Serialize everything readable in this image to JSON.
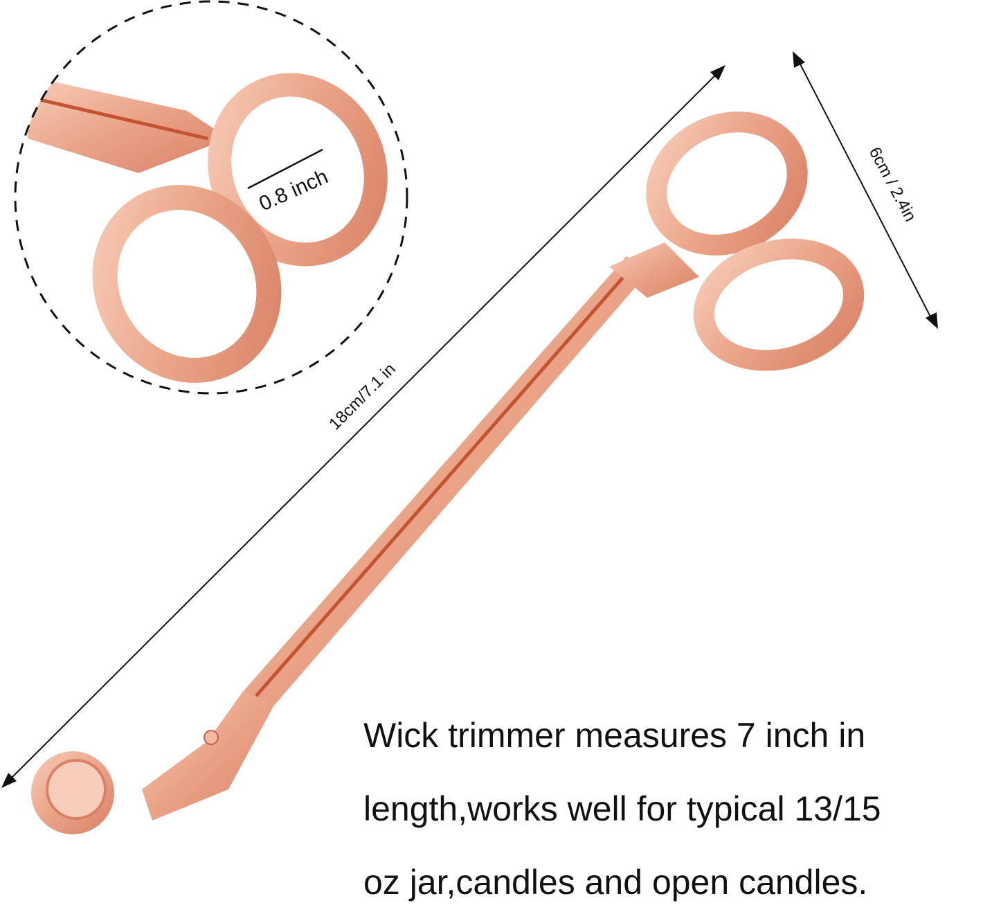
{
  "dimensions": {
    "length_label": "18cm/7.1 in",
    "width_label": "6cm / 2.4in",
    "ring_label": "0.8 inch"
  },
  "description": {
    "lines": [
      "Wick trimmer measures 7 inch in",
      "length,works well for typical 13/15",
      "oz jar,candles and open candles."
    ]
  },
  "colors": {
    "rose_gold": "#e9a184",
    "rose_gold_light": "#f6c6b1",
    "rose_gold_dark": "#c8603f"
  }
}
